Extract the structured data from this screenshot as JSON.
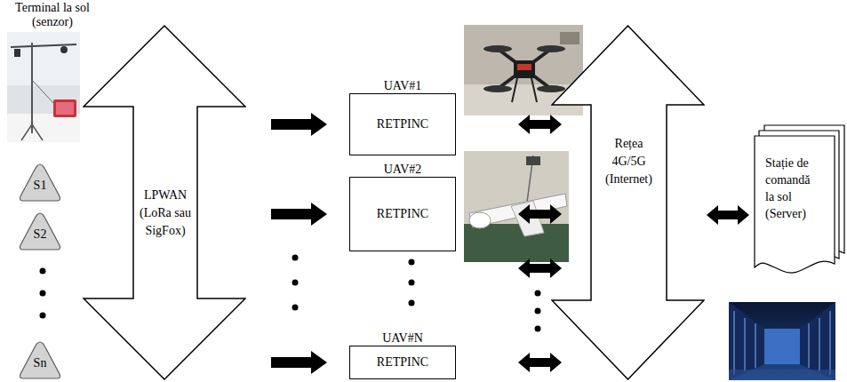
{
  "diagram": {
    "nodes": [
      {
        "text": [
          "S1"
        ]
      },
      {
        "text": [
          "S2"
        ]
      },
      {
        "text": [
          "Sn"
        ]
      },
      {
        "text": [
          "LPWAN",
          "(LoRa sau SigFox)"
        ]
      },
      {
        "text": [
          "UAV#1",
          "RETPINC"
        ]
      },
      {
        "text": [
          "UAV#2",
          "RETPINC"
        ]
      },
      {
        "text": [
          "UAV#N",
          "RETPINC"
        ]
      },
      {
        "text": [
          "Rețea 4G/5G (Internet)"
        ]
      },
      {
        "text": [
          "Stație de comandă la sol (Server)"
        ]
      }
    ],
    "edges": [
      {
        "from": 3,
        "to": 4,
        "arrow": "to"
      },
      {
        "from": 3,
        "to": 5,
        "arrow": "to"
      },
      {
        "from": 3,
        "to": 6,
        "arrow": "to"
      },
      {
        "from": 4,
        "to": 7,
        "arrow": "both"
      },
      {
        "from": 5,
        "to": 7,
        "arrow": "both"
      },
      {
        "from": 6,
        "to": 7,
        "arrow": "both"
      },
      {
        "from": 7,
        "to": 8,
        "arrow": "both"
      }
    ],
    "labels": [
      "Terminal la sol (senzor)"
    ]
  }
}
